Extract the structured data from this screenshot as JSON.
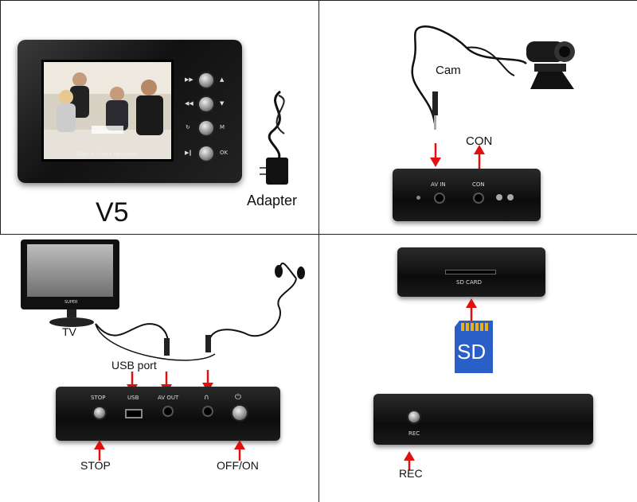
{
  "dvr": {
    "model": "V5",
    "screen_caption": "Digital Video Recorder",
    "side_symbols": [
      "▶▶",
      "▲",
      "◀◀",
      "▼",
      "↻",
      "M",
      "▶‖",
      "OK"
    ],
    "adapter_label": "Adapter"
  },
  "camera_panel": {
    "cam_label": "Cam",
    "con_label": "CON",
    "port_labels": [
      "AV IN",
      "CON"
    ]
  },
  "connections_panel": {
    "tv_label": "TV",
    "tv_bezel_text": "SUPER",
    "usb_port_label": "USB port",
    "port_labels": [
      "STOP",
      "USB",
      "AV OUT",
      "∩",
      "⏻"
    ],
    "stop_label": "STOP",
    "offon_label": "OFF/ON"
  },
  "sd_panel": {
    "slot_label": "SD CARD",
    "card_text": "SD",
    "rec_port_label": "REC",
    "rec_label": "REC"
  },
  "colors": {
    "arrow": "#e01010",
    "sd_card": "#2a5fc8",
    "device": "#111111"
  }
}
